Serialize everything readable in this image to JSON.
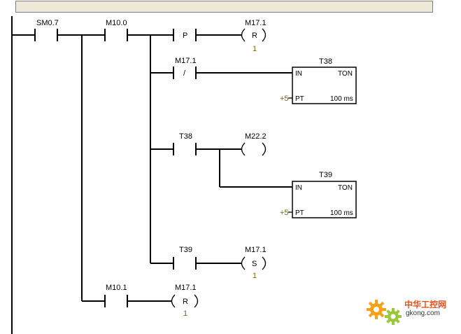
{
  "network": {
    "title": ""
  },
  "rungs": {
    "sm07": {
      "operand": "SM0.7"
    },
    "m100": {
      "operand": "M10.0"
    },
    "p": {
      "symbol": "P"
    },
    "coil_reset1": {
      "operand": "M17.1",
      "symbol": "R",
      "count": "1"
    },
    "m171_nc": {
      "operand": "M17.1",
      "symbol": "/"
    },
    "t38_box": {
      "name": "T38",
      "in": "IN",
      "type": "TON",
      "pt_value": "+5",
      "pt": "PT",
      "base": "100 ms"
    },
    "t38_contact": {
      "operand": "T38"
    },
    "m222_coil": {
      "operand": "M22.2"
    },
    "t39_box": {
      "name": "T39",
      "in": "IN",
      "type": "TON",
      "pt_value": "+5",
      "pt": "PT",
      "base": "100 ms"
    },
    "t39_contact": {
      "operand": "T39"
    },
    "coil_set": {
      "operand": "M17.1",
      "symbol": "S",
      "count": "1"
    },
    "m101": {
      "operand": "M10.1"
    },
    "coil_reset2": {
      "operand": "M17.1",
      "symbol": "R",
      "count": "1"
    }
  },
  "watermark": {
    "cn": "中华工控网",
    "en": "gkong.com"
  }
}
